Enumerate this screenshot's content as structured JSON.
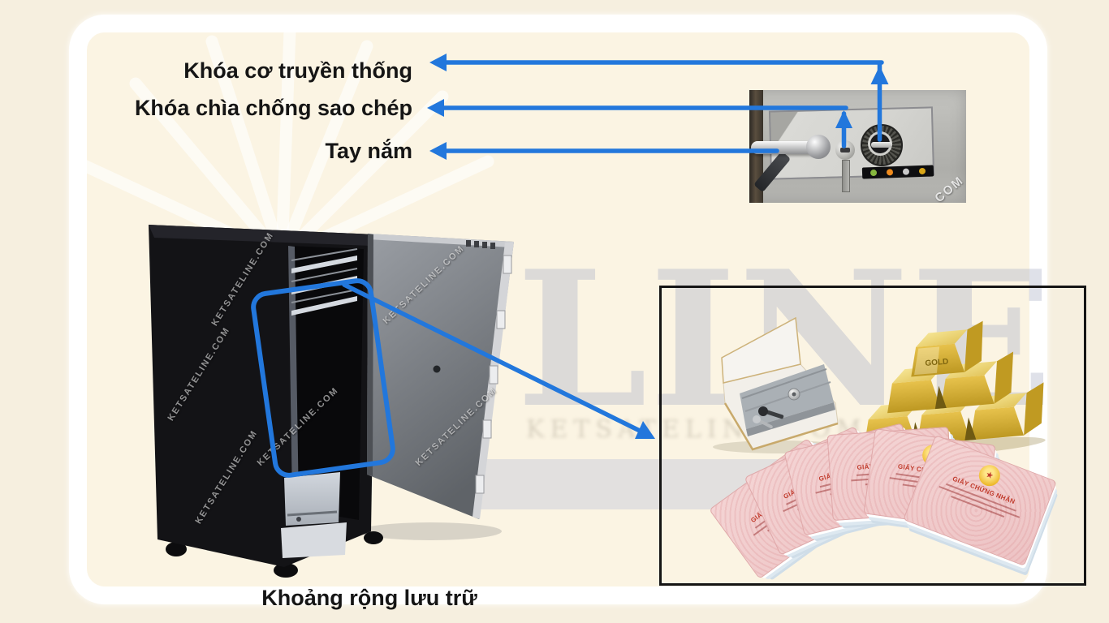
{
  "page": {
    "background_outer": "#f6efdf",
    "background_panel": "#fbf4e3",
    "frame_color": "#ffffff",
    "accent_blue": "#2277dc",
    "watermark_big": "LINE",
    "watermark_text": "KETSATELINE.COM",
    "watermark_fragment": "COM"
  },
  "annotations": {
    "label_mechanical_lock": "Khóa cơ truyền thống",
    "label_anticopy_key": "Khóa chìa chống sao chép",
    "label_handle": "Tay nắm",
    "label_storage": "Khoảng rộng lưu trữ"
  },
  "lock_panel": {
    "indicator_colors": [
      "#86b73e",
      "#ef8b1d",
      "#c9c9c9",
      "#d9a617"
    ]
  },
  "valuables": {
    "gold_engraving": "GOLD",
    "certificate_title": "GIẤY CHỨNG NHẬN"
  }
}
